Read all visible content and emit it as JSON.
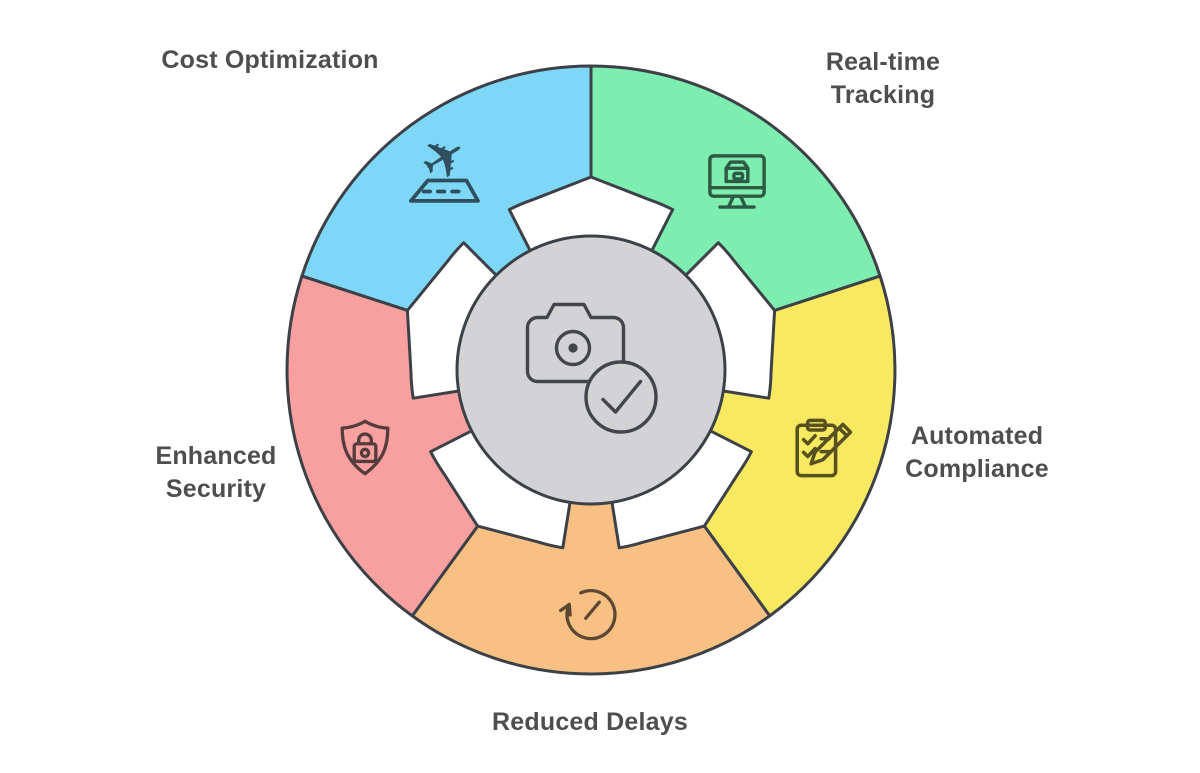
{
  "figure": {
    "type": "circular-feature-diagram",
    "background_color": "#FFFFFF",
    "outline_color": "#3C4148",
    "center": {
      "fill_color": "#D3D3D5",
      "icon": "camera-check-icon",
      "icon_color": "#42464C"
    },
    "segments": [
      {
        "name": "cost-optimization",
        "label": "Cost Optimization",
        "label_lines": [
          "Cost Optimization"
        ],
        "color": "#7ED7F7",
        "icon": "plane-takeoff-icon",
        "icon_color": "#2F4F5E",
        "start_deg": 198,
        "end_deg": 270
      },
      {
        "name": "real-time-tracking",
        "label": "Real-time Tracking",
        "label_lines": [
          "Real-time",
          "Tracking"
        ],
        "color": "#7DEDB0",
        "icon": "monitor-package-icon",
        "icon_color": "#2D5A43",
        "start_deg": 270,
        "end_deg": 342
      },
      {
        "name": "automated-compliance",
        "label": "Automated Compliance",
        "label_lines": [
          "Automated",
          "Compliance"
        ],
        "color": "#F9E961",
        "icon": "clipboard-pencil-icon",
        "icon_color": "#56511F",
        "start_deg": -18,
        "end_deg": 54
      },
      {
        "name": "reduced-delays",
        "label": "Reduced Delays",
        "label_lines": [
          "Reduced Delays"
        ],
        "color": "#F8C083",
        "icon": "clock-refresh-icon",
        "icon_color": "#5C4733",
        "start_deg": 54,
        "end_deg": 126
      },
      {
        "name": "enhanced-security",
        "label": "Enhanced Security",
        "label_lines": [
          "Enhanced",
          "Security"
        ],
        "color": "#F89F9F",
        "icon": "shield-lock-icon",
        "icon_color": "#553C3C",
        "start_deg": 126,
        "end_deg": 198
      }
    ],
    "glyphs": {
      "plane": "✈"
    }
  }
}
